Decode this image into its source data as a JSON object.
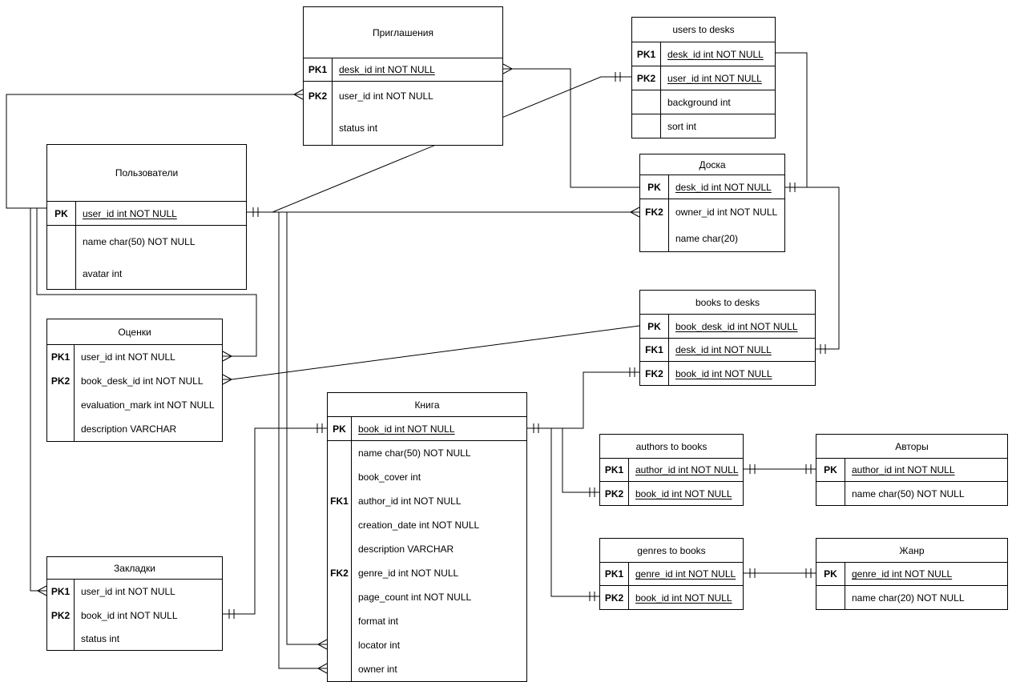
{
  "diagram": {
    "kind": "entity-relationship-diagram",
    "background_color": "#ffffff",
    "line_color": "#000000"
  },
  "tables": [
    {
      "id": "invitations",
      "title": "Приглашения",
      "rows": [
        {
          "key": "PK1",
          "text": "desk_id int NOT NULL",
          "underlined": true
        },
        {
          "key": "PK2",
          "text": "user_id int NOT NULL",
          "underlined": false
        },
        {
          "key": "",
          "text": "status int",
          "underlined": false
        }
      ]
    },
    {
      "id": "users_to_desks",
      "title": "users to desks",
      "rows": [
        {
          "key": "PK1",
          "text": "desk_id int NOT NULL",
          "underlined": true
        },
        {
          "key": "PK2",
          "text": "user_id int NOT NULL",
          "underlined": true
        },
        {
          "key": "",
          "text": "background int",
          "underlined": false
        },
        {
          "key": "",
          "text": "sort int",
          "underlined": false
        }
      ]
    },
    {
      "id": "users",
      "title": "Пользователи",
      "rows": [
        {
          "key": "PK",
          "text": "user_id int NOT NULL",
          "underlined": true
        },
        {
          "key": "",
          "text": "name char(50) NOT NULL",
          "underlined": false
        },
        {
          "key": "",
          "text": "avatar int",
          "underlined": false
        }
      ]
    },
    {
      "id": "desk",
      "title": "Доска",
      "rows": [
        {
          "key": "PK",
          "text": "desk_id int NOT NULL",
          "underlined": true
        },
        {
          "key": "FK2",
          "text": "owner_id int NOT NULL",
          "underlined": false
        },
        {
          "key": "",
          "text": "name char(20)",
          "underlined": false
        }
      ]
    },
    {
      "id": "ratings",
      "title": "Оценки",
      "rows": [
        {
          "key": "PK1",
          "text": "user_id int NOT NULL",
          "underlined": false
        },
        {
          "key": "PK2",
          "text": "book_desk_id int NOT NULL",
          "underlined": false
        },
        {
          "key": "",
          "text": "evaluation_mark int NOT NULL",
          "underlined": false
        },
        {
          "key": "",
          "text": "description VARCHAR",
          "underlined": false
        }
      ]
    },
    {
      "id": "books_to_desks",
      "title": "books to desks",
      "rows": [
        {
          "key": "PK",
          "text": "book_desk_id int NOT NULL",
          "underlined": true
        },
        {
          "key": "FK1",
          "text": "desk_id int NOT NULL",
          "underlined": true
        },
        {
          "key": "FK2",
          "text": "book_id int NOT NULL",
          "underlined": true
        }
      ]
    },
    {
      "id": "book",
      "title": "Книга",
      "rows": [
        {
          "key": "PK",
          "text": "book_id int NOT NULL",
          "underlined": true
        },
        {
          "key": "",
          "text": "name char(50) NOT NULL",
          "underlined": false
        },
        {
          "key": "",
          "text": "book_cover int",
          "underlined": false
        },
        {
          "key": "FK1",
          "text": "author_id int NOT NULL",
          "underlined": false
        },
        {
          "key": "",
          "text": "creation_date int NOT NULL",
          "underlined": false
        },
        {
          "key": "",
          "text": "description VARCHAR",
          "underlined": false
        },
        {
          "key": "FK2",
          "text": "genre_id int NOT NULL",
          "underlined": false
        },
        {
          "key": "",
          "text": "page_count int NOT NULL",
          "underlined": false
        },
        {
          "key": "",
          "text": "format int",
          "underlined": false
        },
        {
          "key": "",
          "text": "locator int",
          "underlined": false
        },
        {
          "key": "",
          "text": "owner int",
          "underlined": false
        }
      ]
    },
    {
      "id": "authors_to_books",
      "title": "authors to books",
      "rows": [
        {
          "key": "PK1",
          "text": "author_id int NOT NULL",
          "underlined": true
        },
        {
          "key": "PK2",
          "text": "book_id int NOT NULL",
          "underlined": true
        }
      ]
    },
    {
      "id": "authors",
      "title": "Авторы",
      "rows": [
        {
          "key": "PK",
          "text": "author_id int NOT NULL",
          "underlined": true
        },
        {
          "key": "",
          "text": "name char(50) NOT NULL",
          "underlined": false
        }
      ]
    },
    {
      "id": "genres_to_books",
      "title": "genres to books",
      "rows": [
        {
          "key": "PK1",
          "text": "genre_id int NOT NULL",
          "underlined": true
        },
        {
          "key": "PK2",
          "text": "book_id int NOT NULL",
          "underlined": true
        }
      ]
    },
    {
      "id": "genre",
      "title": "Жанр",
      "rows": [
        {
          "key": "PK",
          "text": "genre_id int NOT NULL",
          "underlined": true
        },
        {
          "key": "",
          "text": "name char(20) NOT NULL",
          "underlined": false
        }
      ]
    },
    {
      "id": "bookmarks",
      "title": "Закладки",
      "rows": [
        {
          "key": "PK1",
          "text": "user_id int NOT NULL",
          "underlined": false
        },
        {
          "key": "PK2",
          "text": "book_id int NOT NULL",
          "underlined": false
        },
        {
          "key": "",
          "text": "status int",
          "underlined": false
        }
      ]
    }
  ],
  "relationships": [
    {
      "id": "rel-invitations-desk",
      "from": "Приглашения.desk_id",
      "to": "Доска.desk_id",
      "from_end": "many",
      "to_end": "plain"
    },
    {
      "id": "rel-invitations-users",
      "from": "Приглашения.user_id",
      "to": "Пользователи.user_id",
      "from_end": "many",
      "to_end": "plain"
    },
    {
      "id": "rel-desk-owner-users",
      "from": "Доска.owner_id",
      "to": "Пользователи.user_id",
      "from_end": "many",
      "to_end": "one"
    },
    {
      "id": "rel-userstodesks-users",
      "from": "users to desks.user_id",
      "to": "Пользователи.user_id",
      "from_end": "one",
      "to_end": "one"
    },
    {
      "id": "rel-book-locator-users",
      "from": "Книга.locator",
      "to": "Пользователи.user_id",
      "from_end": "many",
      "to_end": "plain"
    },
    {
      "id": "rel-book-owner-users",
      "from": "Книга.owner",
      "to": "Пользователи.user_id",
      "from_end": "many",
      "to_end": "plain"
    },
    {
      "id": "rel-ratings-users",
      "from": "Оценки.user_id",
      "to": "Пользователи.user_id",
      "from_end": "many",
      "to_end": "plain"
    },
    {
      "id": "rel-bookmarks-users",
      "from": "Закладки.user_id",
      "to": "Пользователи.user_id",
      "from_end": "many",
      "to_end": "plain"
    },
    {
      "id": "rel-ratings-bookstodesks",
      "from": "Оценки.book_desk_id",
      "to": "books to desks.book_desk_id",
      "from_end": "many",
      "to_end": "plain"
    },
    {
      "id": "rel-bookmarks-book",
      "from": "Закладки.book_id",
      "to": "Книга.book_id",
      "from_end": "one",
      "to_end": "one"
    },
    {
      "id": "rel-bookstodesks-book",
      "from": "books to desks.book_id",
      "to": "Книга.book_id",
      "from_end": "one",
      "to_end": "one"
    },
    {
      "id": "rel-authorstobooks-book",
      "from": "authors to books.book_id",
      "to": "Книга.book_id",
      "from_end": "one",
      "to_end": "one"
    },
    {
      "id": "rel-genrestobooks-book",
      "from": "genres to books.book_id",
      "to": "Книга.book_id",
      "from_end": "one",
      "to_end": "one"
    },
    {
      "id": "rel-authorstobooks-authors",
      "from": "authors to books.author_id",
      "to": "Авторы.author_id",
      "from_end": "one",
      "to_end": "one"
    },
    {
      "id": "rel-genrestobooks-genre",
      "from": "genres to books.genre_id",
      "to": "Жанр.genre_id",
      "from_end": "one",
      "to_end": "one"
    },
    {
      "id": "rel-userstodesks-desk",
      "from": "users to desks.desk_id",
      "to": "Доска.desk_id",
      "from_end": "plain",
      "to_end": "one"
    },
    {
      "id": "rel-bookstodesks-desk",
      "from": "books to desks.desk_id",
      "to": "Доска.desk_id",
      "from_end": "one",
      "to_end": "one"
    }
  ]
}
